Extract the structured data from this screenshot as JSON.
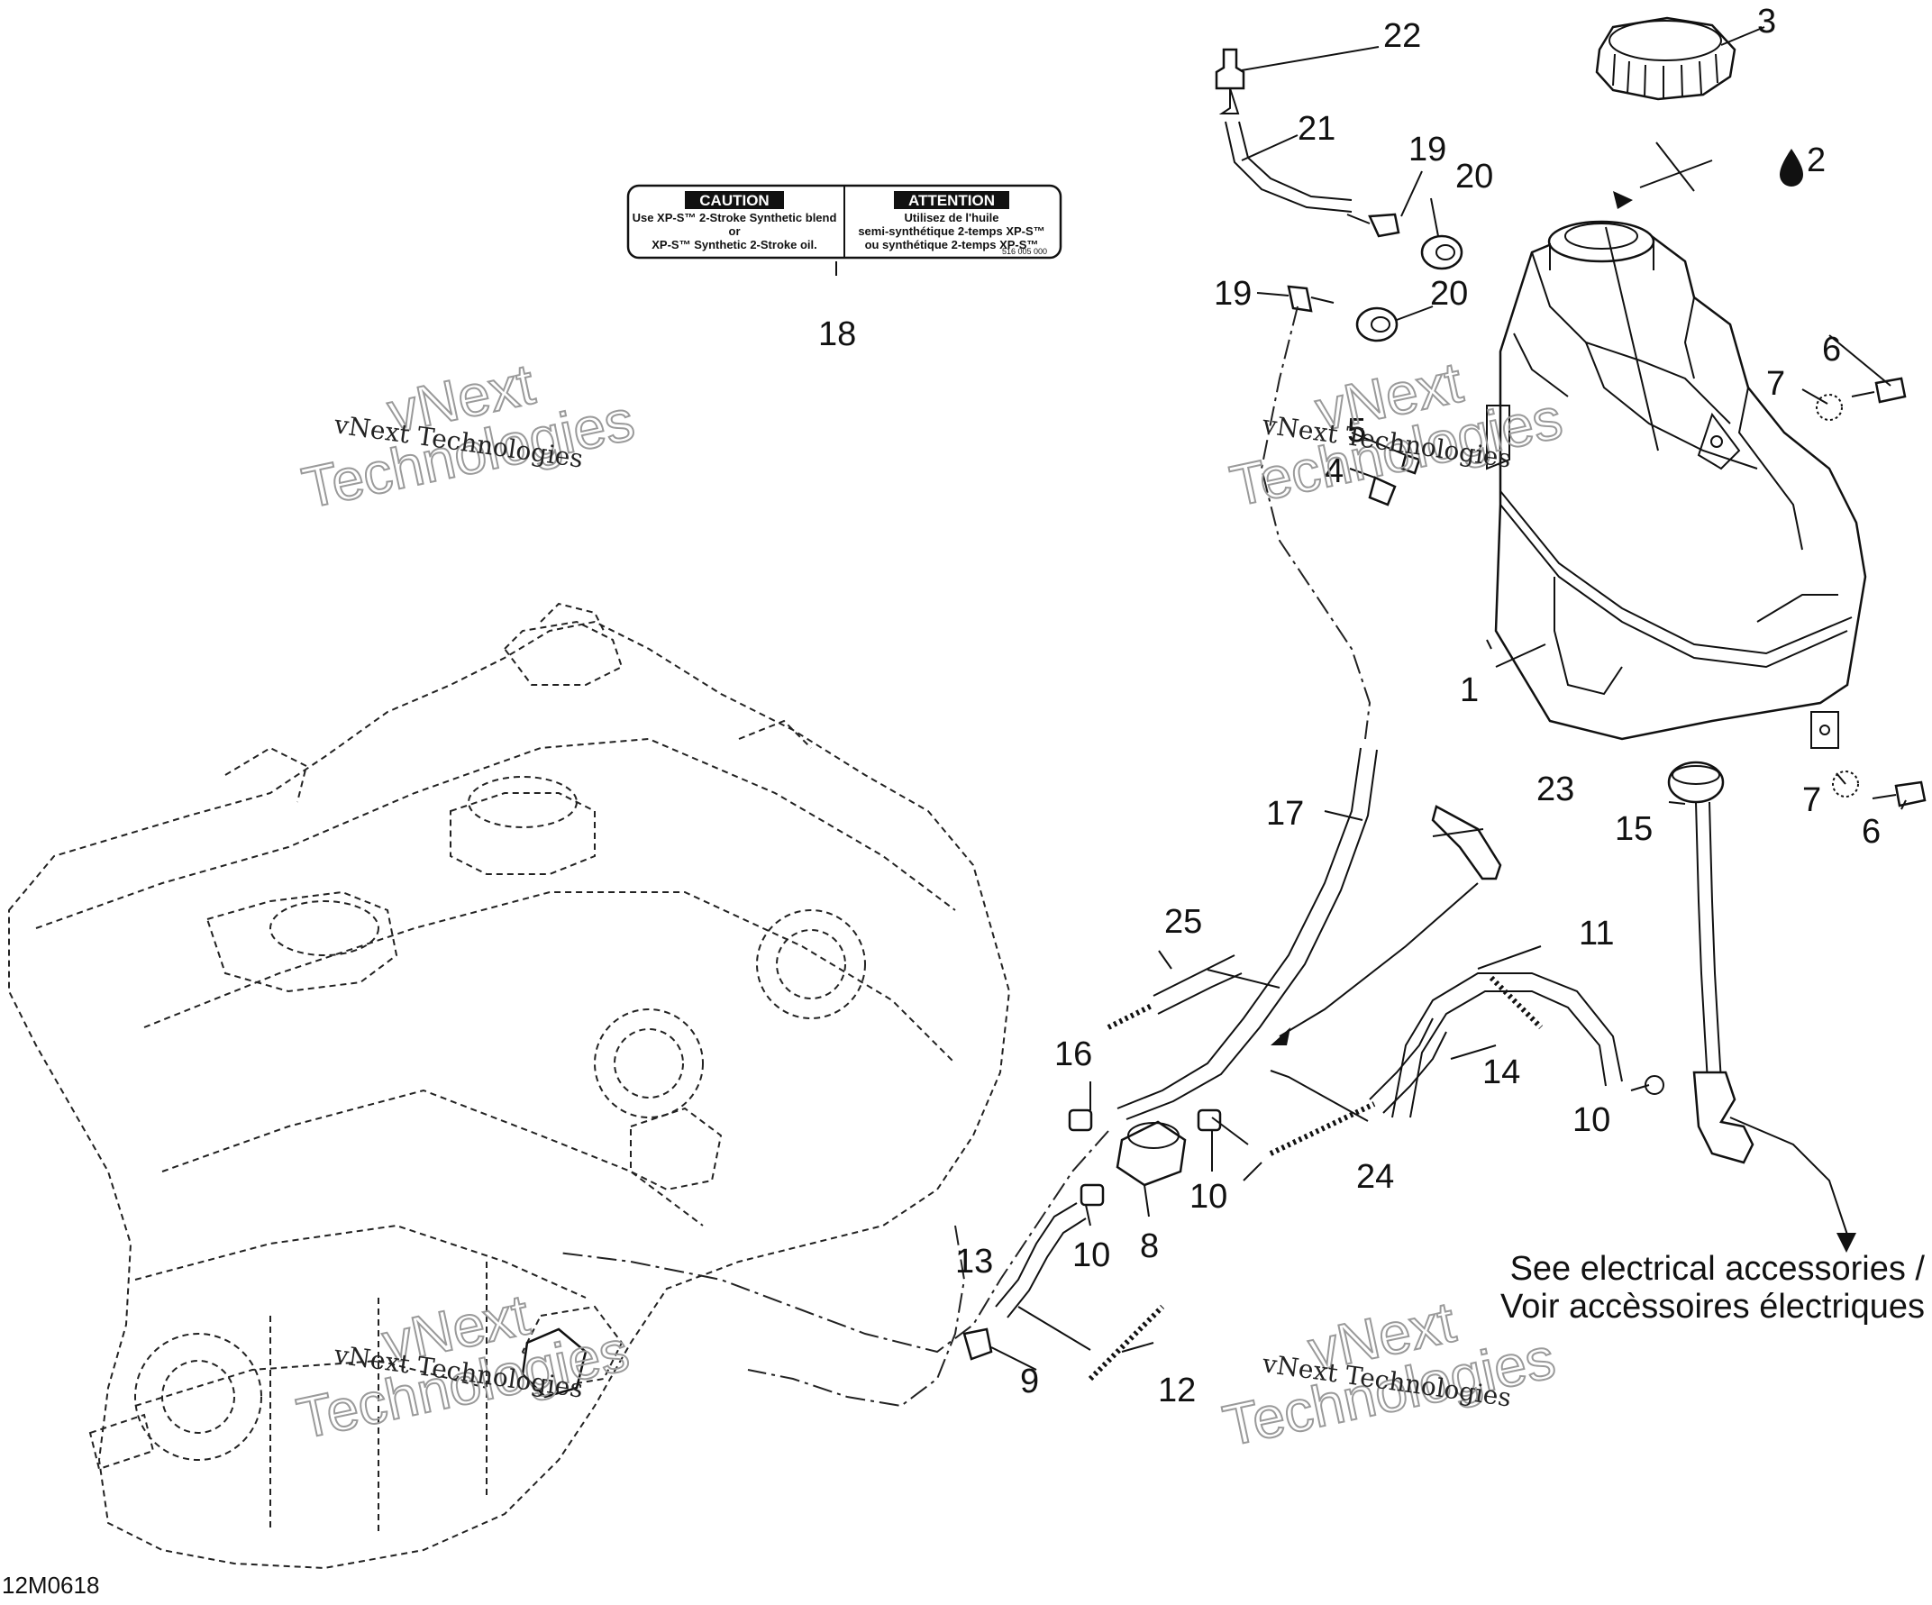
{
  "diagram": {
    "reference": "12M0618",
    "callouts": [
      "1",
      "2",
      "3",
      "4",
      "5",
      "6",
      "6",
      "7",
      "7",
      "8",
      "9",
      "10",
      "10",
      "10",
      "11",
      "12",
      "13",
      "14",
      "15",
      "16",
      "17",
      "18",
      "19",
      "19",
      "20",
      "20",
      "21",
      "22",
      "23",
      "24",
      "25"
    ],
    "note": {
      "line1": "See electrical accessories /",
      "line2": "Voir accèssoires électriques"
    },
    "decal": {
      "left_title": "CAUTION",
      "left_text": [
        "Use XP-S™ 2-Stroke Synthetic blend",
        "or",
        "XP-S™ Synthetic 2-Stroke oil."
      ],
      "right_title": "ATTENTION",
      "right_text": [
        "Utilisez de l'huile",
        "semi-synthétique 2-temps XP-S™",
        "ou synthétique 2-temps XP-S™"
      ],
      "part_no": "516 005 000"
    },
    "watermarks": [
      {
        "line1": "vNext",
        "line2": "Technologies",
        "caption": "vNext Technologies"
      },
      {
        "line1": "vNext",
        "line2": "Technologies",
        "caption": "vNext Technologies"
      },
      {
        "line1": "vNext",
        "line2": "Technologies",
        "caption": "vNext Technologies"
      },
      {
        "line1": "vNext",
        "line2": "Technologies",
        "caption": "vNext Technologies"
      }
    ],
    "icons": [
      "oil-drop-icon",
      "arrow-down-icon"
    ]
  }
}
